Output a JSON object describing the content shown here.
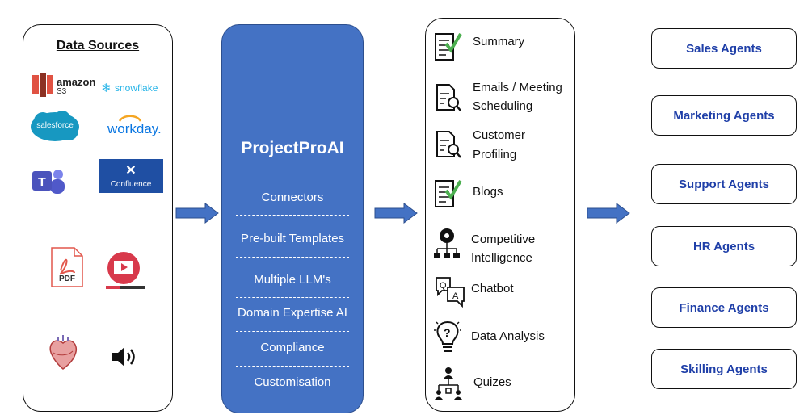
{
  "sources": {
    "title": "Data Sources",
    "logos": {
      "amazon": "amazon",
      "s3": "S3",
      "snowflake": "snowflake",
      "salesforce": "salesforce",
      "workday": "workday.",
      "confluence": "Confluence",
      "pdf": "PDF"
    }
  },
  "core": {
    "title": "ProjectProAI",
    "items": [
      "Connectors",
      "Pre-built Templates",
      "Multiple LLM's",
      "Domain Expertise AI",
      "Compliance",
      "Customisation"
    ]
  },
  "outputs": {
    "items": [
      {
        "line1": "Summary",
        "line2": "",
        "icon": "checklist-icon"
      },
      {
        "line1": "Emails / Meeting",
        "line2": "Scheduling",
        "icon": "document-search-icon"
      },
      {
        "line1": "Customer",
        "line2": "Profiling",
        "icon": "document-search-icon"
      },
      {
        "line1": "Blogs",
        "line2": "",
        "icon": "checklist-icon"
      },
      {
        "line1": "Competitive",
        "line2": "Intelligence",
        "icon": "org-chart-icon"
      },
      {
        "line1": "Chatbot",
        "line2": "",
        "icon": "chat-bubbles-icon"
      },
      {
        "line1": "Data Analysis",
        "line2": "",
        "icon": "lightbulb-question-icon"
      },
      {
        "line1": "Quizes",
        "line2": "",
        "icon": "network-people-icon"
      }
    ]
  },
  "agents": [
    "Sales Agents",
    "Marketing Agents",
    "Support Agents",
    "HR Agents",
    "Finance Agents",
    "Skilling Agents"
  ],
  "colors": {
    "core_blue": "#4472c4",
    "agent_text": "#1f3fa8",
    "arrow_blue": "#4472c4",
    "check_green": "#4caf50"
  }
}
